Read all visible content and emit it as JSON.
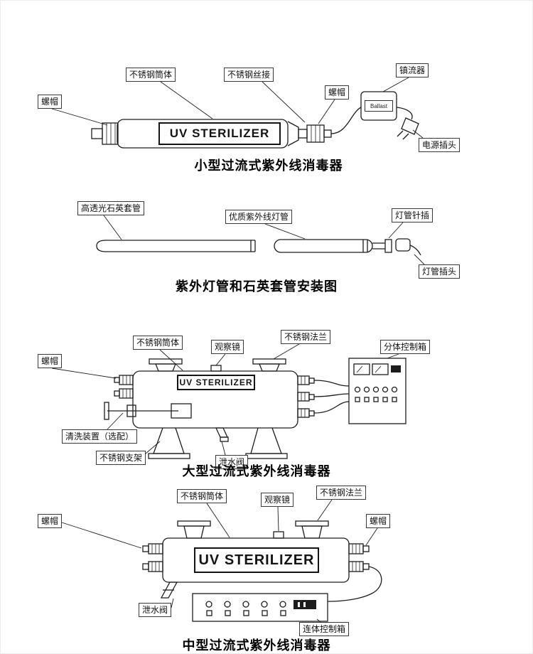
{
  "page": {
    "background": "#ffffff",
    "line_color": "#1d1d1d"
  },
  "sections": {
    "small": {
      "title": "小型过流式紫外线消毒器",
      "device_text": "UV STERILIZER",
      "ballast_text": "Ballast",
      "labels": {
        "nut_left": "螺帽",
        "body": "不锈钢筒体",
        "wire_joint": "不锈钢丝接",
        "nut_right": "螺帽",
        "ballast": "镇流器",
        "power_plug": "电源插头"
      }
    },
    "lamp": {
      "title": "紫外灯管和石英套管安装图",
      "labels": {
        "quartz_sleeve": "高透光石英套管",
        "uv_lamp": "优质紫外线灯管",
        "lamp_pin": "灯管针插",
        "lamp_plug": "灯管插头"
      }
    },
    "large": {
      "title": "大型过流式紫外线消毒器",
      "device_text": "UV STERILIZER",
      "labels": {
        "nut": "螺帽",
        "body": "不锈钢筒体",
        "sight_glass": "观察镜",
        "flange": "不锈钢法兰",
        "control_box": "分体控制箱",
        "cleaning_device": "清洗装置（选配）",
        "bracket": "不锈钢支架",
        "drain_valve": "泄水阀"
      }
    },
    "medium": {
      "title": "中型过流式紫外线消毒器",
      "device_text": "UV STERILIZER",
      "labels": {
        "body": "不锈钢筒体",
        "sight_glass": "观察镜",
        "flange": "不锈钢法兰",
        "nut_left": "螺帽",
        "nut_right": "螺帽",
        "drain_valve": "泄水阀",
        "control_box": "连体控制箱"
      }
    }
  }
}
